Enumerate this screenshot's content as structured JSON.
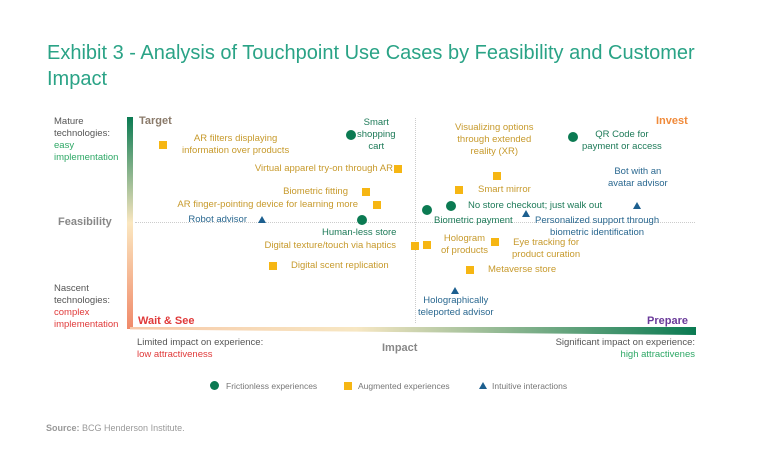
{
  "title": "Exhibit 3 - Analysis of Touchpoint Use Cases by Feasibility and Customer Impact",
  "axes": {
    "y_label": "Feasibility",
    "y_top": {
      "line1": "Mature",
      "line2": "technologies:",
      "accent1": "easy",
      "accent2": "implementation"
    },
    "y_bottom": {
      "line1": "Nascent",
      "line2": "technologies:",
      "accent1": "complex",
      "accent2": "implementation"
    },
    "x_label": "Impact",
    "x_left": {
      "line": "Limited impact on experience:",
      "accent": "low attractiveness"
    },
    "x_right": {
      "line": "Significant impact on experience:",
      "accent": "high attractivenes"
    }
  },
  "quadrants": {
    "target": "Target",
    "invest": "Invest",
    "wait": "Wait & See",
    "prepare": "Prepare"
  },
  "items": {
    "ar_filters": "AR filters displaying\ninformation over products",
    "smart_cart": "Smart\nshopping\ncart",
    "virtual_apparel": "Virtual apparel try-on through AR",
    "biometric_fitting": "Biometric fitting",
    "ar_finger": "AR finger-pointing device for learning more",
    "robot_advisor": "Robot advisor",
    "humanless": "Human-less store",
    "digital_texture": "Digital texture/touch via haptics",
    "digital_scent": "Digital scent replication",
    "visualizing": "Visualizing options\nthrough extended\nreality (XR)",
    "qr_code": "QR Code for\npayment or access",
    "bot_avatar": "Bot with an\navatar advisor",
    "smart_mirror": "Smart mirror",
    "no_checkout": "No store checkout; just walk out",
    "biometric_payment": "Biometric payment",
    "personalized": "Personalized support through\nbiometric identification",
    "hologram": "Hologram\nof products",
    "eye_tracking": "Eye tracking for\nproduct curation",
    "metaverse": "Metaverse store",
    "holographic_advisor": "Holographically\nteleported advisor"
  },
  "legend": [
    "Frictionless experiences",
    "Augmented experiences",
    "Intuitive interactions"
  ],
  "colors": {
    "frictionless": "#0b7a52",
    "augmented": "#f6b613",
    "intuitive": "#1c5f8f"
  },
  "source": {
    "label": "Source:",
    "text": "BCG Henderson Institute."
  }
}
